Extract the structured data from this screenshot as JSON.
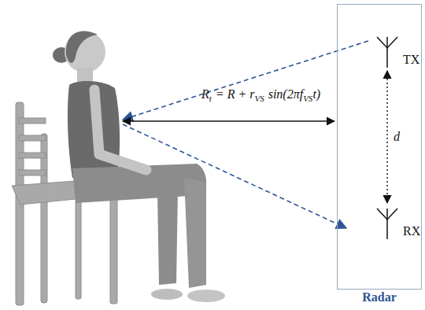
{
  "diagram": {
    "nodes": [
      {
        "text": [
          "Radar"
        ]
      },
      {
        "text": [
          "TX"
        ],
        "in": 0
      },
      {
        "text": [
          "RX"
        ],
        "in": 0
      }
    ],
    "edges": [
      {
        "from": 1,
        "to": 2,
        "arrow": "both",
        "label": "d"
      }
    ],
    "labels": [
      "R",
      "t",
      "= R + r",
      "VS",
      "sin(2πf",
      "VS",
      "t)"
    ]
  }
}
